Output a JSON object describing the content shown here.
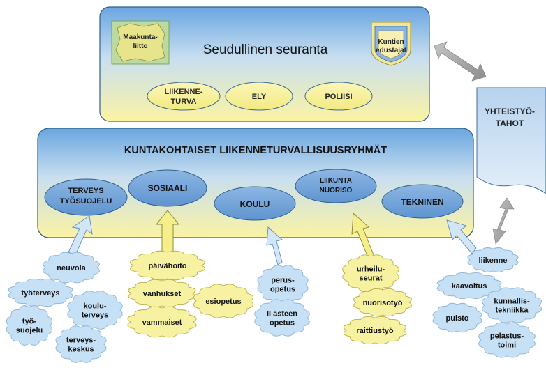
{
  "regional": {
    "title": "Seudullinen seuranta",
    "maakunta": [
      "Maakunta-",
      "liitto"
    ],
    "kuntien": [
      "Kuntien",
      "edustajat"
    ],
    "ovals": [
      [
        "LIIKENNE-",
        "TURVA"
      ],
      [
        "ELY"
      ],
      [
        "POLIISI"
      ]
    ]
  },
  "partners": [
    "YHTEISTYÖ-",
    "TAHOT"
  ],
  "municipal": {
    "title": "KUNTAKOHTAISET LIIKENNETURVALLISUUSRYHMÄT",
    "groups": [
      [
        "TERVEYS",
        "TYÖSUOJELU"
      ],
      [
        "SOSIAALI"
      ],
      [
        "KOULU"
      ],
      [
        "LIIKUNTA",
        "NUORISO"
      ],
      [
        "TEKNINEN"
      ]
    ]
  },
  "clouds": {
    "health": [
      [
        "neuvola"
      ],
      [
        "työterveys"
      ],
      [
        "koulu-",
        "terveys"
      ],
      [
        "työ-",
        "suojelu"
      ],
      [
        "terveys-",
        "keskus"
      ]
    ],
    "social": [
      [
        "päivähoito"
      ],
      [
        "vanhukset"
      ],
      [
        "esiopetus"
      ],
      [
        "vammaiset"
      ]
    ],
    "school": [
      [
        "perus-",
        "opetus"
      ],
      [
        "II asteen",
        "opetus"
      ]
    ],
    "youth": [
      [
        "urheilu-",
        "seurat"
      ],
      [
        "nuorisotyö"
      ],
      [
        "raittiustyö"
      ]
    ],
    "technical": [
      [
        "liikenne"
      ],
      [
        "kaavoitus"
      ],
      [
        "kunnallis-",
        "tekniikka"
      ],
      [
        "puisto"
      ],
      [
        "pelastus-",
        "toimi"
      ]
    ]
  },
  "colors": {
    "box_border": "#2e5f8a",
    "gradient_blue": "#6aa6e0",
    "gradient_yellow": "#fbf3a3",
    "oval_blue": "#6b9fd6",
    "oval_yellow": "#f7f19c",
    "cloud_blue": "#c6e0f6",
    "cloud_yellow": "#f7f2a2",
    "arrow_gray": "#a8a8a8",
    "arrow_blue": "#cfe4f7",
    "arrow_yellow": "#f4ef8a"
  }
}
